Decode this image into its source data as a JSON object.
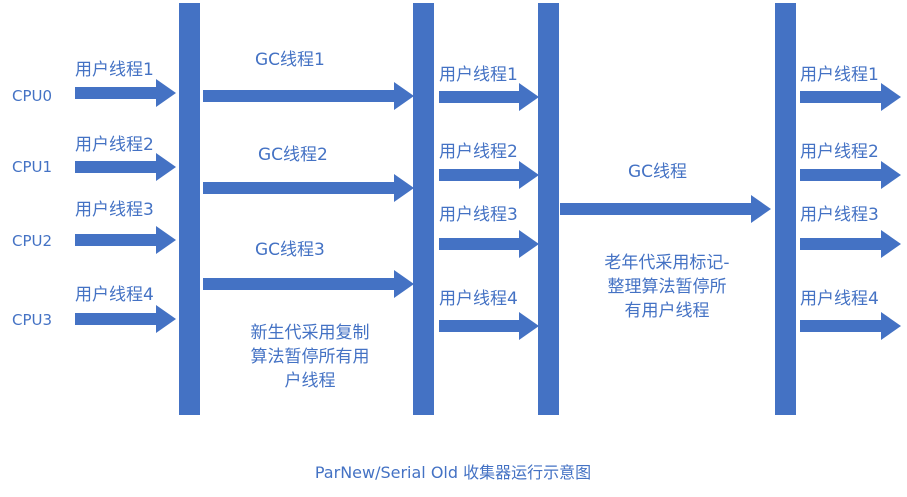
{
  "cpus": [
    "CPU0",
    "CPU1",
    "CPU2",
    "CPU3"
  ],
  "user_threads_initial": [
    "用户线程1",
    "用户线程2",
    "用户线程3",
    "用户线程4"
  ],
  "gc_threads_young": [
    "GC线程1",
    "GC线程2",
    "GC线程3"
  ],
  "young_gen_note": [
    "新生代采用复制",
    "算法暂停所有用",
    "户线程"
  ],
  "user_threads_after_young": [
    "用户线程1",
    "用户线程2",
    "用户线程3",
    "用户线程4"
  ],
  "gc_thread_old": "GC线程",
  "old_gen_note": [
    "老年代采用标记-",
    "整理算法暂停所",
    "有用户线程"
  ],
  "user_threads_final": [
    "用户线程1",
    "用户线程2",
    "用户线程3",
    "用户线程4"
  ],
  "caption": "ParNew/Serial Old 收集器运行示意图",
  "colors": {
    "accent": "#4472C4",
    "background": "#ffffff"
  }
}
